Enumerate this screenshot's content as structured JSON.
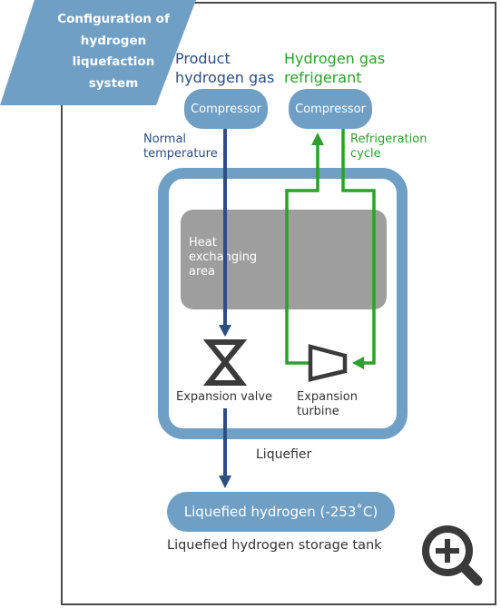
{
  "banner": {
    "title": "Configuration of\nhydrogen\nliquefaction\nsystem"
  },
  "product_column": {
    "title": "Product\nhydrogen gas",
    "compressor": "Compressor",
    "flow_label": "Normal\ntemperature"
  },
  "refrigerant_column": {
    "title": "Hydrogen gas\nrefrigerant",
    "compressor": "Compressor",
    "flow_label": "Refrigeration\ncycle"
  },
  "heat_exchanger": {
    "label": "Heat\nexchanging\narea"
  },
  "expansion_valve": {
    "label": "Expansion valve"
  },
  "expansion_turbine": {
    "label": "Expansion\nturbine"
  },
  "liquefier": {
    "label": "Liquefier"
  },
  "tank": {
    "pill": "Liquefied hydrogen (-253˚C)",
    "caption": "Liquefied hydrogen storage tank"
  },
  "colors": {
    "blue_flow": "#2b4f81",
    "green_flow": "#2ca02c",
    "box": "#6f9fc5",
    "heat_area": "#9e9e9e"
  },
  "icons": {
    "zoom": "zoom-in-icon"
  }
}
